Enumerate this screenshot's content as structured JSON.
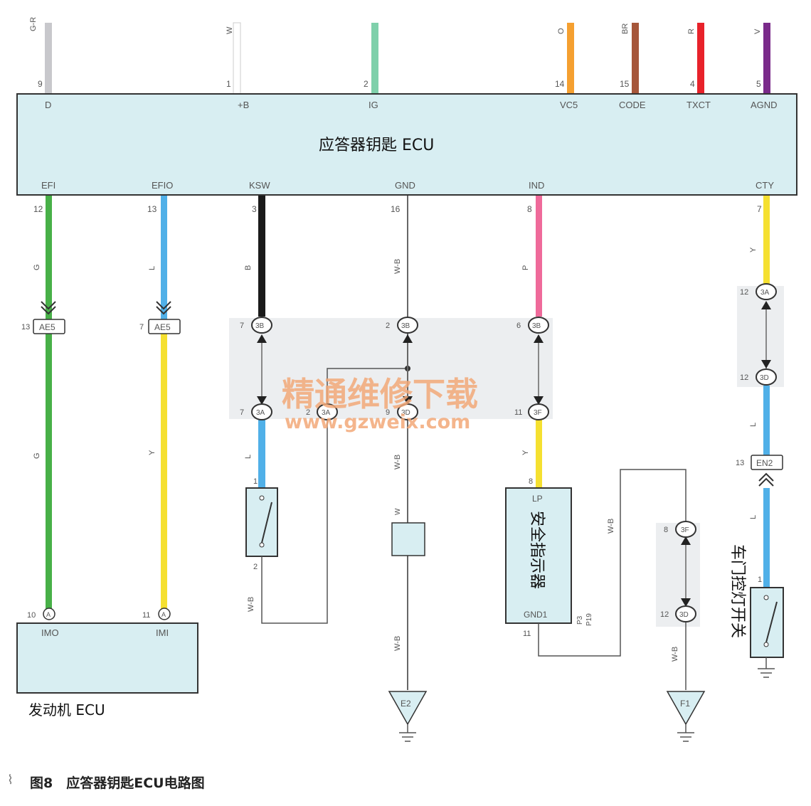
{
  "ecu": {
    "title": "应答器钥匙 ECU",
    "top_pins": [
      {
        "num": "9",
        "name": "D",
        "wire": "G-R",
        "color": "#c8c8cc"
      },
      {
        "num": "1",
        "name": "+B",
        "wire": "W",
        "color": "#ffffff"
      },
      {
        "num": "2",
        "name": "IG",
        "wire": "",
        "color": "#7fd0ab"
      },
      {
        "num": "14",
        "name": "VC5",
        "wire": "O",
        "color": "#f5a030"
      },
      {
        "num": "15",
        "name": "CODE",
        "wire": "BR",
        "color": "#a6563a"
      },
      {
        "num": "4",
        "name": "TXCT",
        "wire": "R",
        "color": "#e8222a"
      },
      {
        "num": "5",
        "name": "AGND",
        "wire": "V",
        "color": "#7a2a8a"
      }
    ],
    "bottom_pins": [
      {
        "num": "12",
        "name": "EFI"
      },
      {
        "num": "13",
        "name": "EFIO"
      },
      {
        "num": "3",
        "name": "KSW"
      },
      {
        "num": "16",
        "name": "GND"
      },
      {
        "num": "8",
        "name": "IND"
      },
      {
        "num": "7",
        "name": "CTY"
      }
    ]
  },
  "wires": {
    "efi": {
      "code": "G",
      "color": "#48b048"
    },
    "efio": {
      "code": "L",
      "color": "#50b0e8"
    },
    "efio_lower": {
      "code": "Y",
      "color": "#f5e030"
    },
    "ksw": {
      "code": "B",
      "color": "#1a1a1a"
    },
    "ksw_lower": {
      "code": "L",
      "color": "#50b0e8"
    },
    "gnd": {
      "code": "W-B",
      "color": "#666666"
    },
    "ind": {
      "code": "P",
      "color": "#ef6a9a"
    },
    "ind_lower": {
      "code": "Y",
      "color": "#f5e030"
    },
    "cty": {
      "code": "Y",
      "color": "#f5e030"
    },
    "cty_lower": {
      "code": "L",
      "color": "#50b0e8"
    },
    "switch_ret": {
      "code": "W-B"
    },
    "lp_gnd": {
      "code": "W-B"
    },
    "f1": {
      "code": "W-B"
    },
    "gnd_part": {
      "code": "W"
    }
  },
  "connectors": {
    "ae5_left": {
      "label": "AE5",
      "pin": "13"
    },
    "ae5_right": {
      "label": "AE5",
      "pin": "7"
    },
    "c3b_1": {
      "label": "3B",
      "pin": "7"
    },
    "c3b_2": {
      "label": "3B",
      "pin": "2"
    },
    "c3b_3": {
      "label": "3B",
      "pin": "6"
    },
    "c3a_1": {
      "label": "3A",
      "pin": "7"
    },
    "c3a_2": {
      "label": "3A",
      "pin": "2"
    },
    "c3d_1": {
      "label": "3D",
      "pin": "9"
    },
    "c3f_1": {
      "label": "3F",
      "pin": "11"
    },
    "c3a_cty": {
      "label": "3A",
      "pin": "12"
    },
    "c3d_cty": {
      "label": "3D",
      "pin": "12"
    },
    "en2": {
      "label": "EN2",
      "pin": "13"
    },
    "c3f_2": {
      "label": "3F",
      "pin": "8"
    },
    "c3d_2": {
      "label": "3D",
      "pin": "12"
    }
  },
  "engine_ecu": {
    "name": "发动机 ECU",
    "pins": [
      {
        "num": "10",
        "name": "IMO"
      },
      {
        "num": "11",
        "name": "IMI"
      }
    ]
  },
  "indicator": {
    "name": "安全指示器",
    "lp": "LP",
    "gnd": "GND1",
    "pin_top": "8",
    "pin_bottom": "11",
    "connector": "P3",
    "connector_note": "P19"
  },
  "door_switch": {
    "name": "车门控灯开关",
    "pin": "1"
  },
  "key_switch": {
    "pin_top": "1",
    "pin_bottom": "2"
  },
  "grounds": {
    "e2": "E2",
    "f1": "F1"
  },
  "watermark": {
    "line1": "精通维修下载",
    "line2": "www.gzweix.com"
  },
  "caption": "图8　应答器钥匙ECU电路图"
}
